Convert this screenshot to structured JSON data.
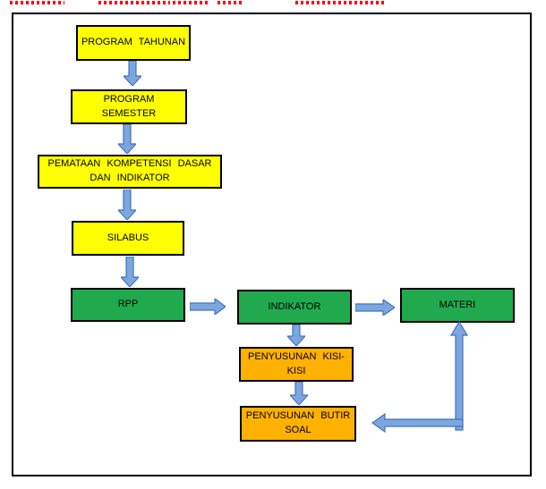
{
  "diagram": {
    "nodes": [
      {
        "id": "program-tahunan",
        "label": "PROGRAM TAHUNAN",
        "fill": "#ffff00"
      },
      {
        "id": "program-semester",
        "label": "PROGRAM SEMESTER",
        "fill": "#ffff00"
      },
      {
        "id": "pemataan",
        "label": "PEMATAAN KOMPETENSI DASAR DAN INDIKATOR",
        "fill": "#ffff00"
      },
      {
        "id": "silabus",
        "label": "SILABUS",
        "fill": "#ffff00"
      },
      {
        "id": "rpp",
        "label": "RPP",
        "fill": "#21a94e"
      },
      {
        "id": "indikator",
        "label": "INDIKATOR",
        "fill": "#21a94e"
      },
      {
        "id": "materi",
        "label": "MATERI",
        "fill": "#21a94e"
      },
      {
        "id": "penyusunan-kisi-kisi",
        "label": "PENYUSUNAN KISI-KISI",
        "fill": "#ffb100"
      },
      {
        "id": "penyusunan-butir-soal",
        "label": "PENYUSUNAN BUTIR SOAL",
        "fill": "#ffb100"
      }
    ],
    "edges": [
      "program-tahunan -> program-semester",
      "program-semester -> pemataan",
      "pemataan -> silabus",
      "silabus -> rpp",
      "rpp -> indikator",
      "indikator -> materi",
      "indikator -> penyusunan-kisi-kisi",
      "penyusunan-kisi-kisi -> penyusunan-butir-soal",
      "materi <-> penyusunan-butir-soal (elbow, arrowheads both ends)"
    ],
    "colors": {
      "node_border": "#000000",
      "frame_border": "#000000",
      "yellow": "#ffff00",
      "green": "#21a94e",
      "orange": "#ffb100",
      "arrow_fill": "#7ba7dc",
      "arrow_stroke": "#4472c4",
      "spellcheck_marks": "#ff0000"
    }
  }
}
